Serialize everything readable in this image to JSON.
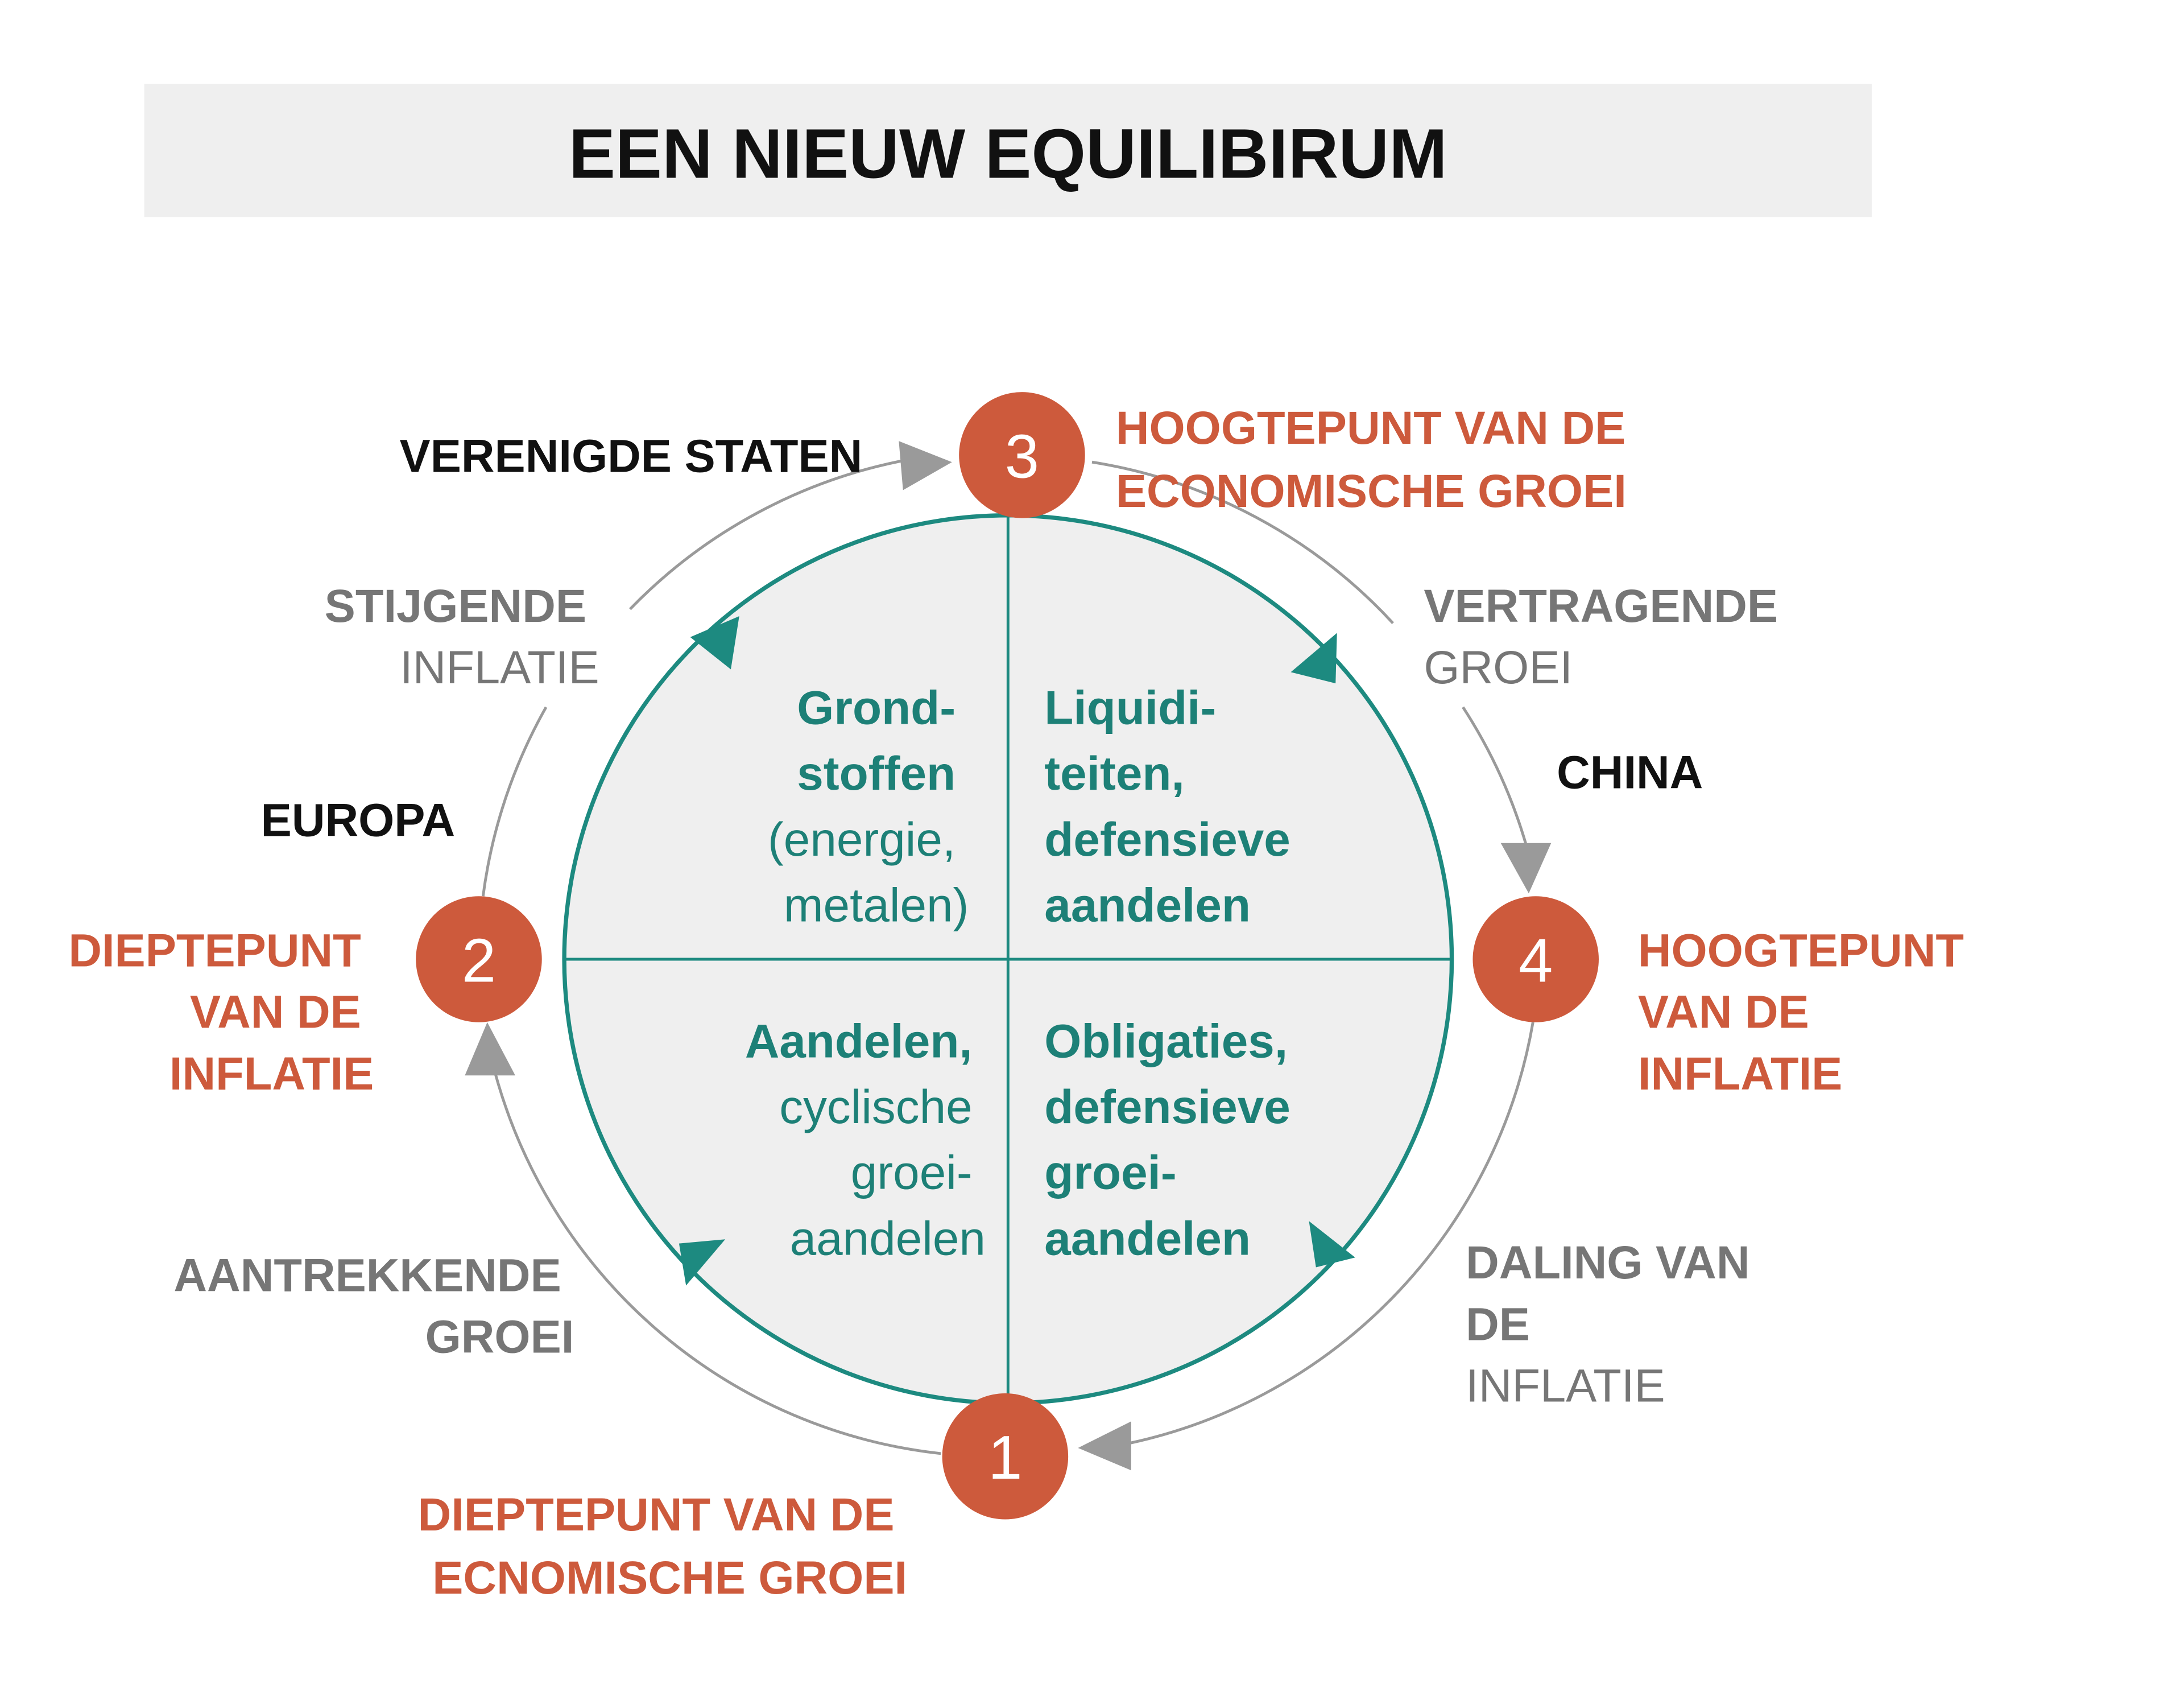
{
  "title": "EEN NIEUW EQUILIBIRUM",
  "colors": {
    "accent_orange": "#cd5a3c",
    "teal": "#1d8a80",
    "gray": "#767676",
    "quadrant_fill": "#efefef"
  },
  "nodes": {
    "n1": {
      "number": "1",
      "label": [
        "DIEPTEPUNT VAN DE",
        "ECNOMISCHE GROEI"
      ]
    },
    "n2": {
      "number": "2",
      "label": [
        "DIEPTEPUNT",
        "VAN DE",
        "INFLATIE"
      ]
    },
    "n3": {
      "number": "3",
      "label": [
        "HOOGTEPUNT VAN DE",
        "ECONOMISCHE GROEI"
      ]
    },
    "n4": {
      "number": "4",
      "label": [
        "HOOGTEPUNT",
        "VAN DE",
        "INFLATIE"
      ]
    }
  },
  "phases": {
    "stijgende": [
      "STIJGENDE",
      "INFLATIE"
    ],
    "vertragende": [
      "VERTRAGENDE",
      "GROEI"
    ],
    "daling": [
      "DALING VAN",
      "DE",
      "INFLATIE"
    ],
    "aantrekkende": [
      "AANTREKKENDE",
      "GROEI"
    ]
  },
  "regions": {
    "us": "VERENIGDE STATEN",
    "europe": "EUROPA",
    "china": "CHINA"
  },
  "quadrants": {
    "top_left": [
      "Grond-",
      "stoffen",
      "(energie,",
      "metalen)"
    ],
    "top_right": [
      "Liquidi-",
      "teiten,",
      "defensieve",
      "aandelen"
    ],
    "bottom_left": [
      "Aandelen,",
      "cyclische",
      "groei-",
      "aandelen"
    ],
    "bottom_right": [
      "Obligaties,",
      "defensieve",
      "groei-",
      "aandelen"
    ]
  }
}
